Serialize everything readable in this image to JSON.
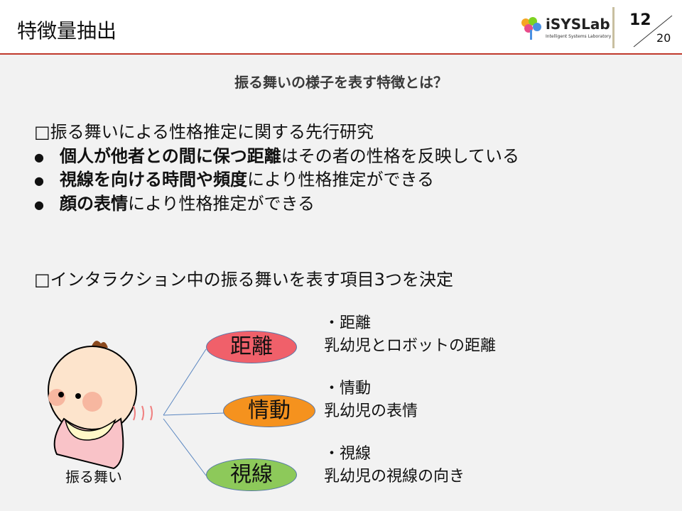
{
  "header": {
    "title": "特徴量抽出",
    "logo_name": "iSYSLab",
    "logo_sub": "Intelligent Systems Laboratory",
    "page": "12",
    "total": "20"
  },
  "subtitle": "振る舞いの様子を表す特徴とは？",
  "section1": "□振る舞いによる性格推定に関する先行研究",
  "bullets": [
    {
      "bold": "個人が他者との間に保つ距離",
      "rest": "はその者の性格を反映している"
    },
    {
      "bold": "視線を向ける時間や頻度",
      "rest": "により性格推定ができる"
    },
    {
      "bold": "顔の表情",
      "rest": "により性格推定ができる"
    }
  ],
  "section2": "□インタラクション中の振る舞いを表す項目3つを決定",
  "caption": "振る舞い",
  "items": [
    {
      "label": "距離",
      "heading": "・距離",
      "desc": "乳幼児とロボットの距離",
      "color": "#f0606a"
    },
    {
      "label": "情動",
      "heading": "・情動",
      "desc": "乳幼児の表情",
      "color": "#f5921e"
    },
    {
      "label": "視線",
      "heading": "・視線",
      "desc": "乳幼児の視線の向き",
      "color": "#8dc95a"
    }
  ]
}
